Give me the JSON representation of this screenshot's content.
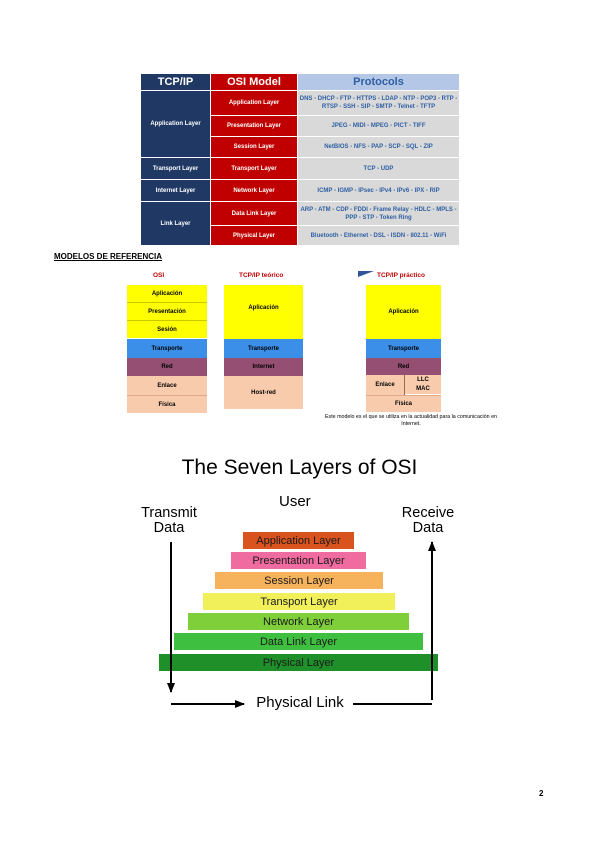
{
  "table": {
    "headers": [
      "TCP/IP",
      "OSI Model",
      "Protocols"
    ],
    "tcp_labels": [
      "Application Layer",
      "Transport Layer",
      "Internet Layer",
      "Link Layer"
    ],
    "osi_layers": [
      "Application Layer",
      "Presentation Layer",
      "Session Layer",
      "Transport Layer",
      "Network Layer",
      "Data Link Layer",
      "Physical Layer"
    ],
    "protocols": [
      "DNS - DHCP - FTP - HTTPS - LDAP - NTP - POP3 - RTP - RTSP - SSH - SIP - SMTP - Telnet - TFTP",
      "JPEG - MIDI - MPEG - PICT - TIFF",
      "NetBIOS - NFS - PAP - SCP - SQL - ZIP",
      "TCP - UDP",
      "ICMP - IGMP - IPsec - IPv4 - IPv6 - IPX - RIP",
      "ARP - ATM - CDP - FDDI - Frame Relay - HDLC - MPLS - PPP - STP - Token Ring",
      "Bluetooth - Ethernet - DSL - ISDN - 802.11 - WiFi"
    ]
  },
  "heading": "MODELOS DE REFERENCIA",
  "models": {
    "osi": {
      "title": "OSI",
      "layers": [
        "Aplicación",
        "Presentación",
        "Sesión",
        "Transporte",
        "Red",
        "Enlace",
        "Física"
      ]
    },
    "tcp_teorico": {
      "title": "TCP/IP teórico",
      "layers": [
        "Aplicación",
        "Transporte",
        "Internet",
        "Host-red"
      ]
    },
    "tcp_practico": {
      "title": "TCP/IP práctico",
      "layers": [
        "Aplicación",
        "Transporte",
        "Red",
        "Enlace",
        "LLC",
        "MAC",
        "Física"
      ]
    },
    "note": "Este modelo es el que se utiliza en la actualidad para la comunicación en Internet."
  },
  "seven_layers": {
    "title": "The Seven Layers of OSI",
    "user": "User",
    "transmit_line1": "Transmit",
    "transmit_line2": "Data",
    "receive_line1": "Receive",
    "receive_line2": "Data",
    "physical_link": "Physical Link",
    "layers": [
      "Application Layer",
      "Presentation Layer",
      "Session Layer",
      "Transport Layer",
      "Network Layer",
      "Data Link Layer",
      "Physical Layer"
    ],
    "colors": [
      "#d9531e",
      "#f06ba0",
      "#f7b25c",
      "#f2f05a",
      "#7fcf3a",
      "#3fbf3f",
      "#1f8f2a"
    ]
  },
  "page_number": "2"
}
